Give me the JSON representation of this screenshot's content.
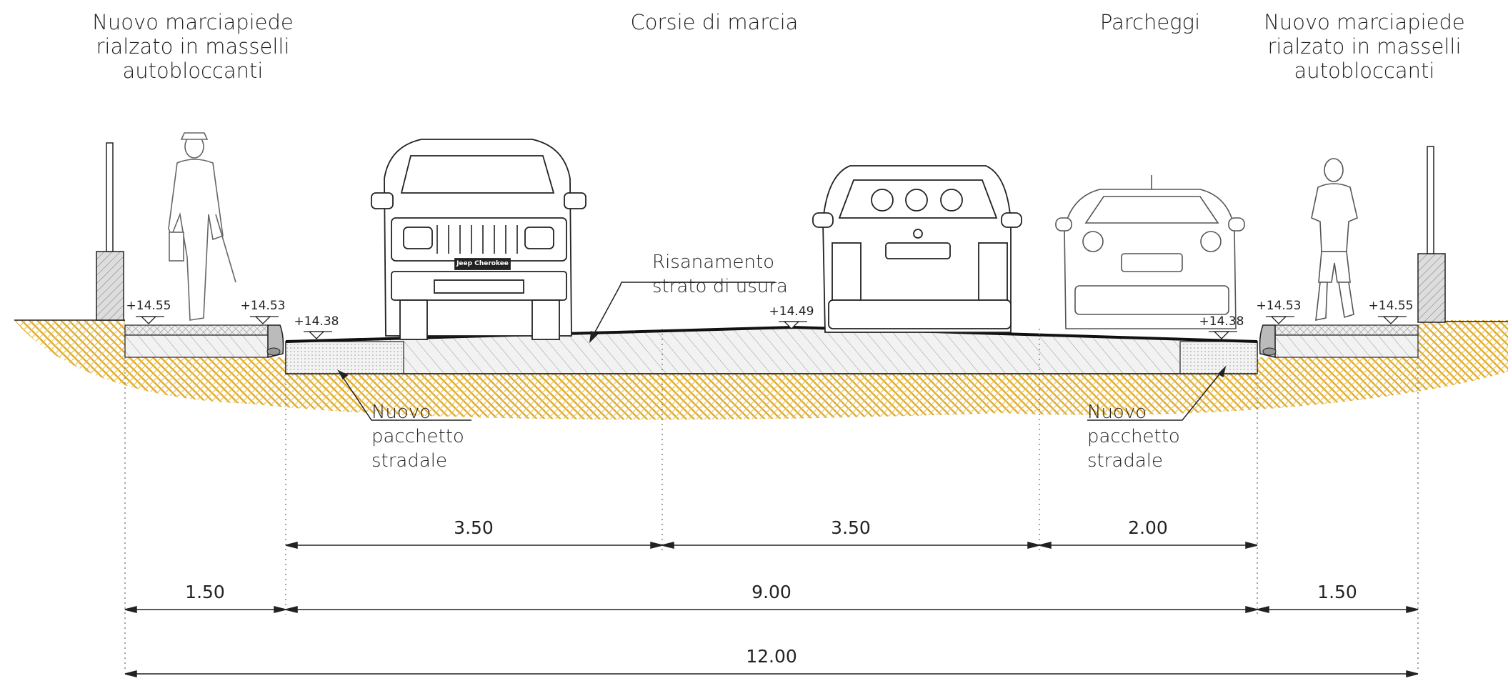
{
  "labels": {
    "sidewalk_left": "Nuovo marciapiede\nrialzato in masselli\nautobloccanti",
    "lanes": "Corsie di marcia",
    "parking": "Parcheggi",
    "sidewalk_right": "Nuovo marciapiede\nrialzato in masselli\nautobloccanti",
    "resurfacing": "Risanamento\nstrato di usura",
    "pavement_left": "Nuovo\npacchetto\nstradale",
    "pavement_right": "Nuovo\npacchetto\nstradale"
  },
  "elevations": {
    "sidewalk_left_outer": "+14.55",
    "sidewalk_left_inner": "+14.53",
    "road_left_edge": "+14.38",
    "road_crown": "+14.49",
    "road_right_edge": "+14.38",
    "sidewalk_right_inner": "+14.53",
    "sidewalk_right_outer": "+14.55"
  },
  "dimensions": {
    "lane_1": "3.50",
    "lane_2": "3.50",
    "parking": "2.00",
    "sidewalk_left": "1.50",
    "carriageway": "9.00",
    "sidewalk_right": "1.50",
    "total": "12.00"
  },
  "vehicles": {
    "suv_badge": "Jeep Cherokee"
  },
  "icons": [
    "pedestrian-left",
    "suv-front",
    "hatchback-rear",
    "sports-car-rear",
    "pedestrian-right"
  ],
  "colors": {
    "soil": "#e8b93a",
    "line": "#222222",
    "hatch": "#9a9a9a"
  }
}
